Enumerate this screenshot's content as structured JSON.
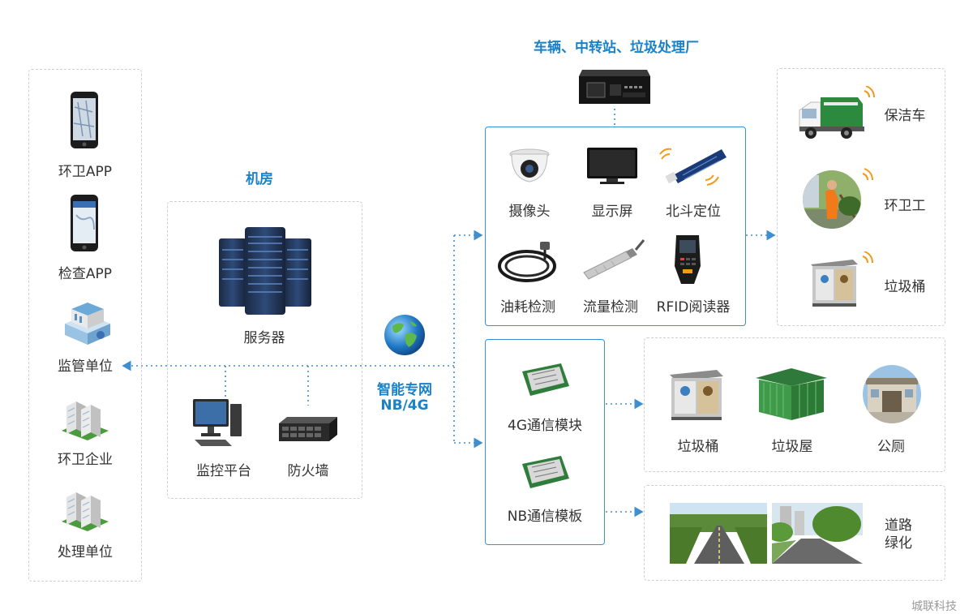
{
  "left_panel": {
    "items": [
      "环卫APP",
      "检查APP",
      "监管单位",
      "环卫企业",
      "处理单位"
    ]
  },
  "room": {
    "title": "机房",
    "server_label": "服务器",
    "monitor_label": "监控平台",
    "firewall_label": "防火墙"
  },
  "network": {
    "line1": "智能专网",
    "line2": "NB/4G"
  },
  "vehicle": {
    "title": "车辆、中转站、垃圾处理厂",
    "devices": [
      "摄像头",
      "显示屏",
      "北斗定位",
      "油耗检测",
      "流量检测",
      "RFID阅读器"
    ]
  },
  "modules": {
    "m4g": "4G通信模块",
    "mnb": "NB通信模板"
  },
  "right_top": {
    "items": [
      "保洁车",
      "环卫工",
      "垃圾桶"
    ]
  },
  "facilities": {
    "items": [
      "垃圾桶",
      "垃圾屋",
      "公厕"
    ]
  },
  "roads": {
    "line1": "道路",
    "line2": "绿化"
  },
  "watermark": "城联科技",
  "colors": {
    "accent": "#1a82c8",
    "connector": "#3d8fcf"
  }
}
